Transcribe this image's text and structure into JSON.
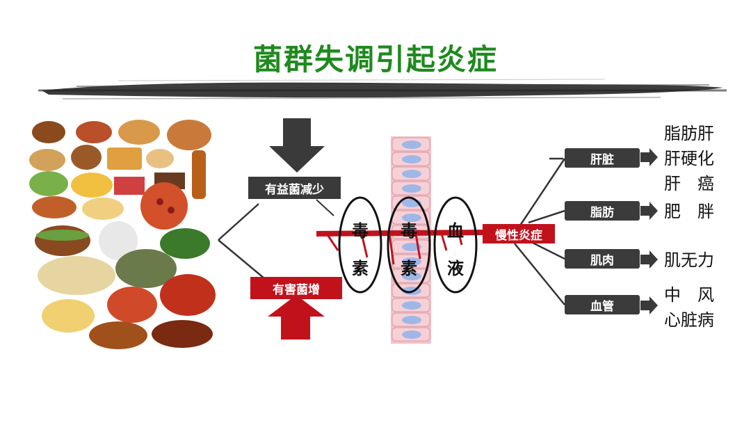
{
  "title": "菌群失调引起炎症",
  "colors": {
    "green": "#1e8a1e",
    "dark": "#3b3b3b",
    "red": "#c1121c"
  },
  "labels": {
    "beneficial_decrease": "有益菌减少",
    "harmful_increase": "有害菌增",
    "chronic_inflammation": "慢性炎症"
  },
  "ovals": [
    {
      "top": "毒",
      "bottom": "素"
    },
    {
      "top": "毒",
      "bottom": "素"
    },
    {
      "top": "血",
      "bottom": "液"
    }
  ],
  "organs": [
    {
      "label": "肝脏",
      "diseases": [
        "脂肪肝",
        "肝硬化",
        "肝　癌"
      ]
    },
    {
      "label": "脂肪",
      "diseases": [
        "肥　胖"
      ]
    },
    {
      "label": "肌肉",
      "diseases": [
        "肌无力"
      ]
    },
    {
      "label": "血管",
      "diseases": [
        "中　风",
        "心脏病"
      ]
    }
  ],
  "icons": [
    "down-arrow-icon",
    "up-arrow-icon",
    "right-arrow-icon",
    "food-collage-image",
    "intestinal-cells-image"
  ]
}
